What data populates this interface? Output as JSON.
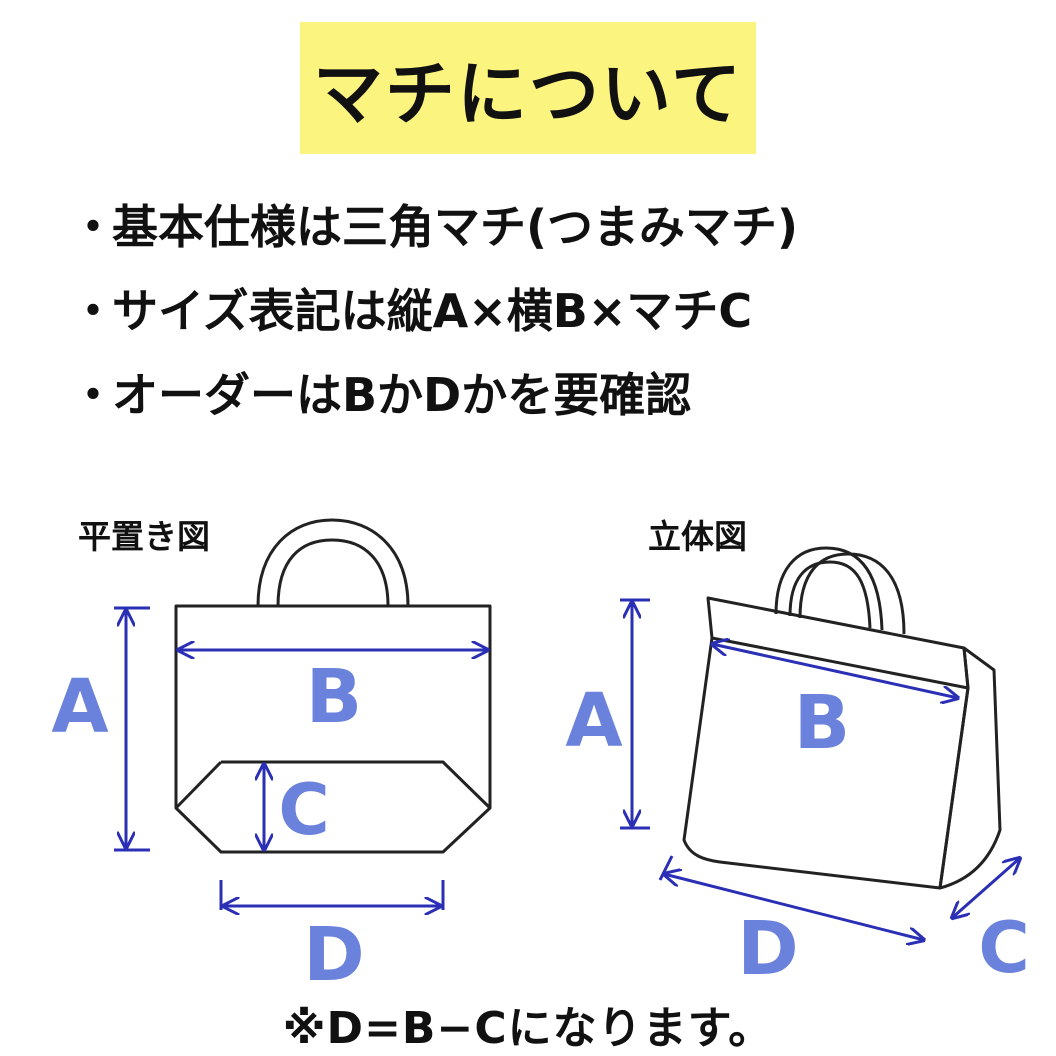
{
  "title": "マチについて",
  "bullets": [
    "基本仕様は三角マチ(つまみマチ)",
    "サイズ表記は縦A×横B×マチC",
    "オーダーはBかDかを要確認"
  ],
  "bullet_marker": "・",
  "flat_view": {
    "caption": "平置き図",
    "labels": {
      "a": "A",
      "b": "B",
      "c": "C",
      "d": "D"
    }
  },
  "three_d_view": {
    "caption": "立体図",
    "labels": {
      "a": "A",
      "b": "B",
      "c": "C",
      "d": "D"
    }
  },
  "footnote": "※D=B−Cになります。",
  "colors": {
    "title_bg": "#fbf47e",
    "arrow": "#2a2fb5",
    "label": "#6a82dc",
    "outline": "#222222"
  }
}
